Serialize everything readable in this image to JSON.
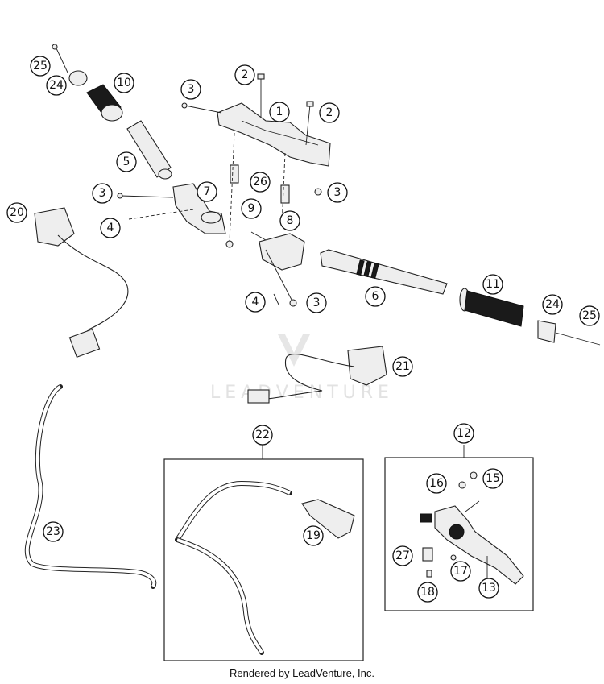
{
  "watermark": {
    "text": "LEADVENTURE"
  },
  "footer": {
    "text": "Rendered by LeadVenture, Inc."
  },
  "callouts": [
    "25",
    "24",
    "10",
    "2",
    "3",
    "1",
    "2",
    "5",
    "3",
    "26",
    "3",
    "7",
    "4",
    "20",
    "9",
    "8",
    "4",
    "3",
    "6",
    "11",
    "24",
    "25",
    "21",
    "22",
    "12",
    "16",
    "15",
    "19",
    "23",
    "27",
    "17",
    "13",
    "18"
  ]
}
